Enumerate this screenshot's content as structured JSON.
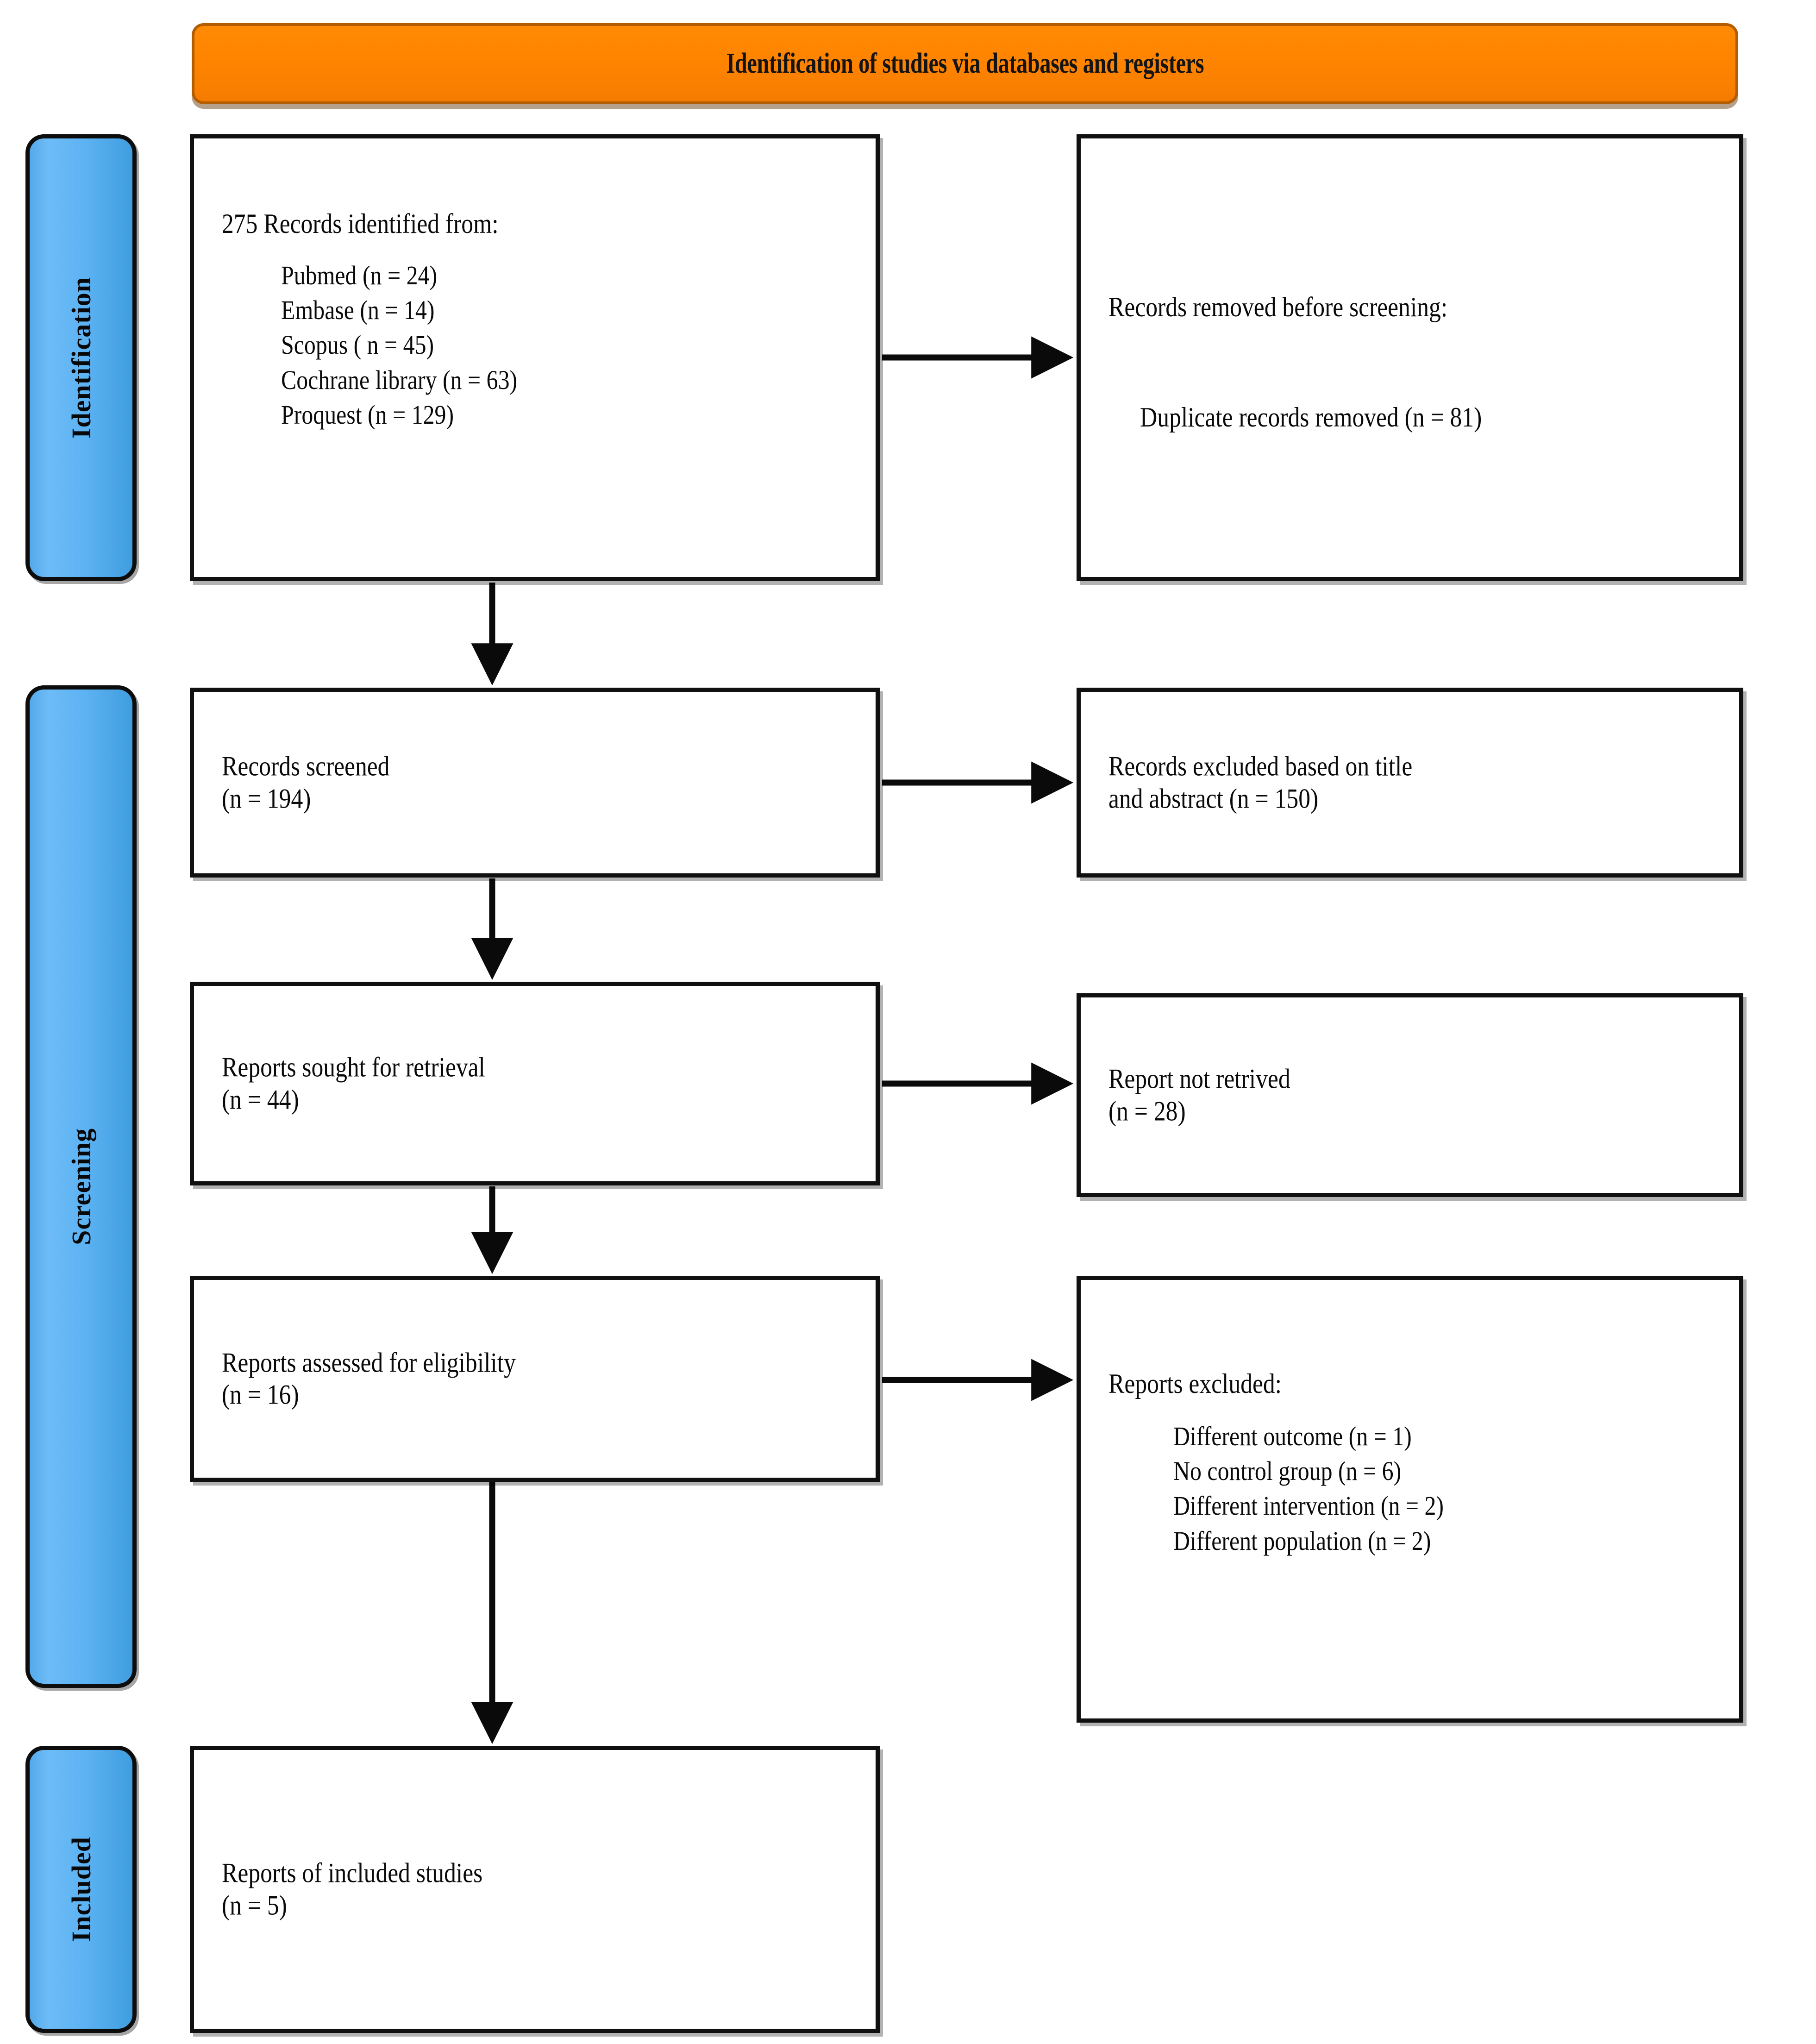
{
  "diagram": {
    "type": "PRISMA 2020 flow diagram",
    "banner": {
      "label": "Identification of studies via databases and registers"
    },
    "stages": [
      {
        "key": "identification",
        "label": "Identification"
      },
      {
        "key": "screening",
        "label": "Screening"
      },
      {
        "key": "included",
        "label": "Included"
      }
    ],
    "boxes": {
      "identified": {
        "title": "275 Records identified from:",
        "sources": [
          "Pubmed (n = 24)",
          "Embase (n = 14)",
          "Scopus ( n = 45)",
          "Cochrane library (n = 63)",
          "Proquest (n = 129)"
        ]
      },
      "removed": {
        "title": "Records removed before screening:",
        "detail": "Duplicate records removed (n = 81)"
      },
      "screened": {
        "title": "Records screened",
        "count": "(n = 194)"
      },
      "excluded_title_abstract": {
        "title": "Records excluded based on title",
        "count": "and abstract (n = 150)"
      },
      "sought": {
        "title": "Reports sought for retrieval",
        "count": "(n = 44)"
      },
      "not_retrieved": {
        "title": "Report not retrived",
        "count": "(n = 28)"
      },
      "assessed": {
        "title": "Reports assessed for eligibility",
        "count": "(n = 16)"
      },
      "excluded_reports": {
        "title": "Reports excluded:",
        "reasons": [
          "Different outcome (n = 1)",
          "No control group (n = 6)",
          "Different intervention (n = 2)",
          "Different population (n = 2)"
        ]
      },
      "included": {
        "title": "Reports of included studies",
        "count": "(n = 5)"
      }
    },
    "colors": {
      "banner_fill": "#ff8400",
      "banner_border": "#b35c00",
      "stage_fill": "#5cb2f2",
      "box_border": "#101010",
      "box_fill": "#ffffff",
      "text": "#0a0a0a"
    },
    "counts": {
      "identified_total": 275,
      "pubmed": 24,
      "embase": 14,
      "scopus": 45,
      "cochrane_library": 63,
      "proquest": 129,
      "duplicates_removed": 81,
      "screened": 194,
      "excluded_title_abstract": 150,
      "sought_for_retrieval": 44,
      "not_retrieved": 28,
      "assessed_for_eligibility": 16,
      "excluded_different_outcome": 1,
      "excluded_no_control_group": 6,
      "excluded_different_intervention": 2,
      "excluded_different_population": 2,
      "included_studies": 5
    }
  }
}
